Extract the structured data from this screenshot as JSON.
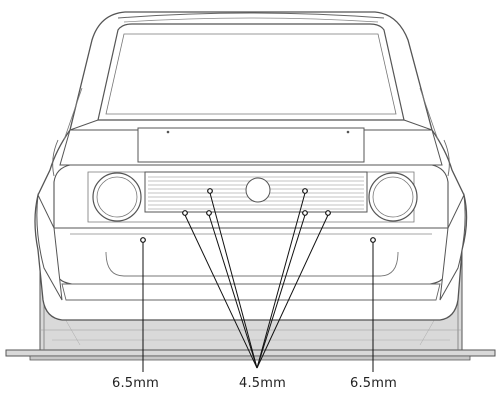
{
  "labels": {
    "left": "6.5mm",
    "center": "4.5mm",
    "right": "6.5mm"
  },
  "colors": {
    "outline": "#555555",
    "stand_fill": "#d9d9d9",
    "stand_dark": "#bdbdbd",
    "body_fill": "#ffffff",
    "leader": "#111111"
  },
  "icons": {
    "car": "car-body-front-icon",
    "stand": "display-stand-icon",
    "hole": "mounting-hole-marker-icon"
  }
}
